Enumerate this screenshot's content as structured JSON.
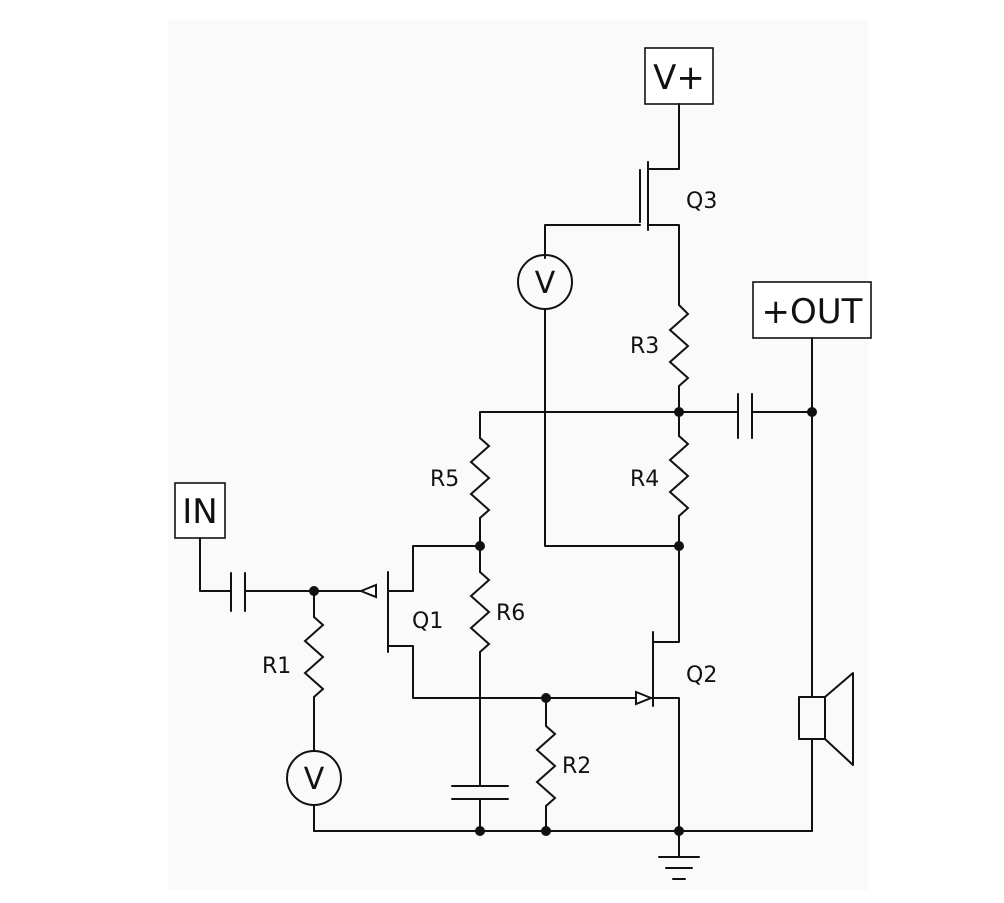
{
  "terminals": {
    "vplus": "V+",
    "out": "+OUT",
    "in": "IN"
  },
  "components": {
    "q1": "Q1",
    "q2": "Q2",
    "q3": "Q3",
    "r1": "R1",
    "r2": "R2",
    "r3": "R3",
    "r4": "R4",
    "r5": "R5",
    "r6": "R6"
  },
  "sources": {
    "top": "V",
    "bottom": "V"
  }
}
